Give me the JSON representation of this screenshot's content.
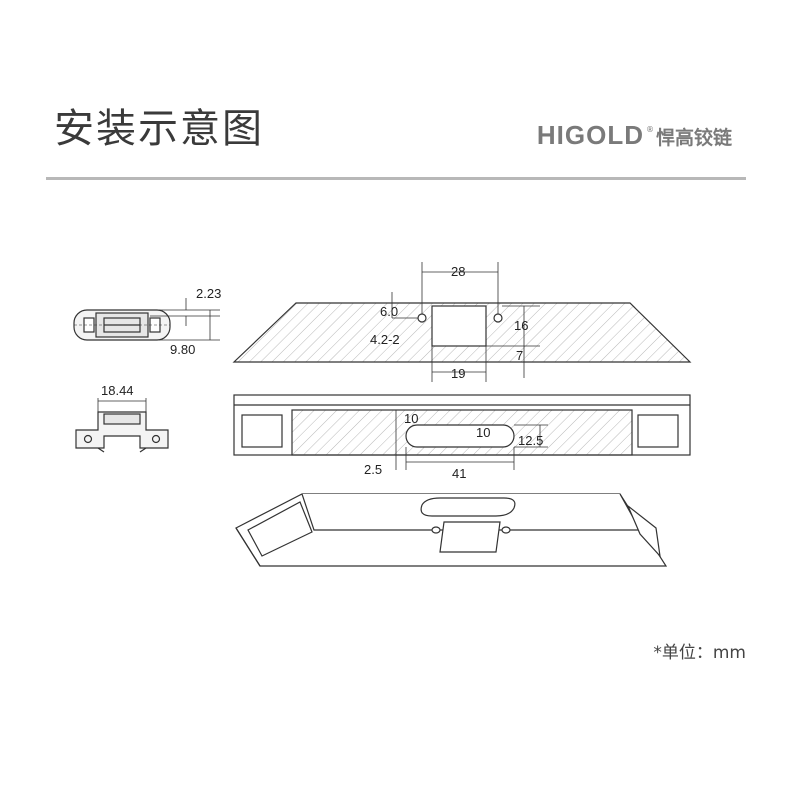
{
  "header": {
    "title": "安装示意图",
    "brand_name": "HIGOLD",
    "brand_mark": "®",
    "brand_cn": "悍高铰链"
  },
  "footer": {
    "unit_note": "*单位：mm"
  },
  "dimensions": {
    "small_top_height": "2.23",
    "small_total_height": "9.80",
    "small_width": "18.44",
    "hole_spacing": "28",
    "hole_offset": "6.0",
    "hole_spec": "4.2-2",
    "cutout_height": "16",
    "cutout_bottom": "7",
    "cutout_width": "19",
    "slot_top": "10",
    "slot_width": "10",
    "slot_height": "12.5",
    "slot_edge": "2.5",
    "slot_length": "41"
  },
  "colors": {
    "line": "#333333",
    "hatch": "#888888",
    "rule": "#b8b8b8"
  }
}
